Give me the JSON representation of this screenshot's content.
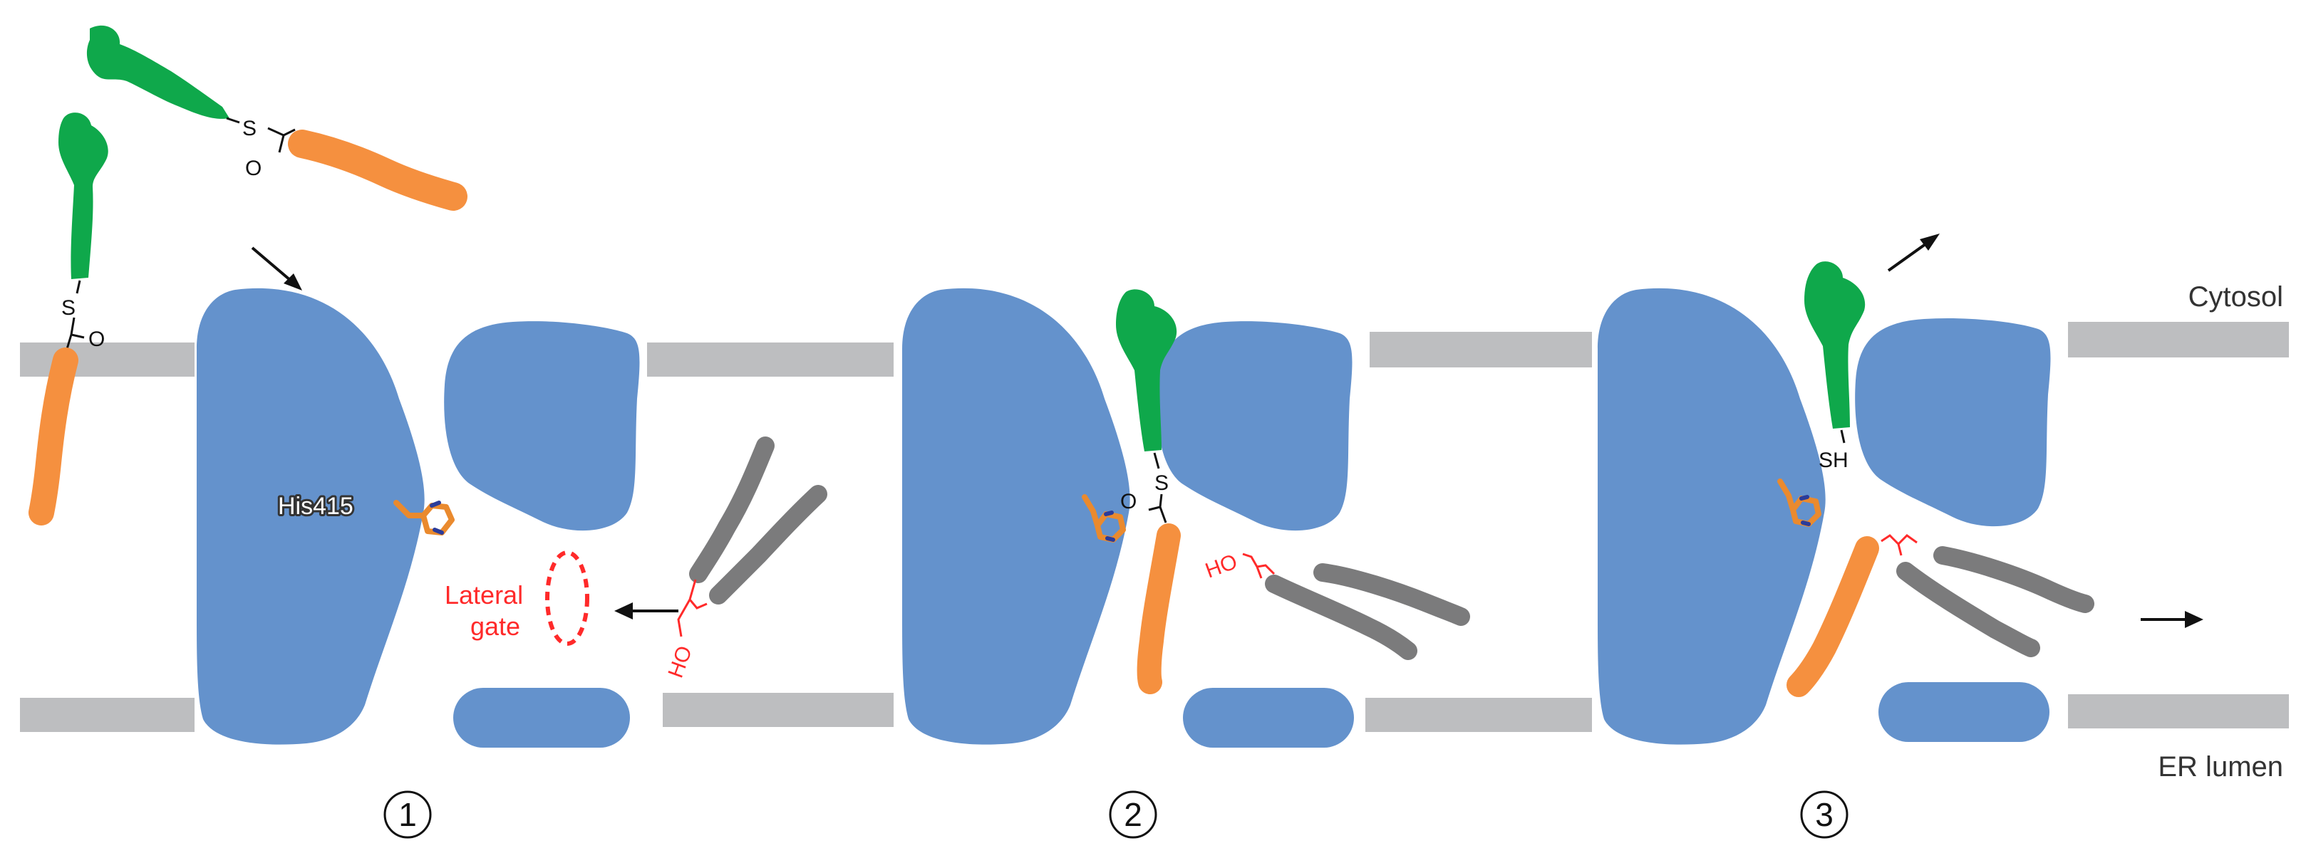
{
  "labels": {
    "cytosol": "Cytosol",
    "er_lumen": "ER lumen",
    "his415": "His415",
    "lateral": "Lateral",
    "gate": "gate",
    "step1": "1",
    "step2": "2",
    "step3": "3"
  },
  "chem": {
    "s": "S",
    "o": "O",
    "ho": "HO",
    "sh": "SH"
  },
  "colors": {
    "membrane": "#bdbec0",
    "protein": "#6492cc",
    "acyl_donor": "#0fa84b",
    "acyl_chain": "#f5903f",
    "lipid": "#7b7b7c",
    "histidine": "#ea8a2e",
    "imidazole_n": "#2b3c9a",
    "red": "#ff2a2a"
  }
}
